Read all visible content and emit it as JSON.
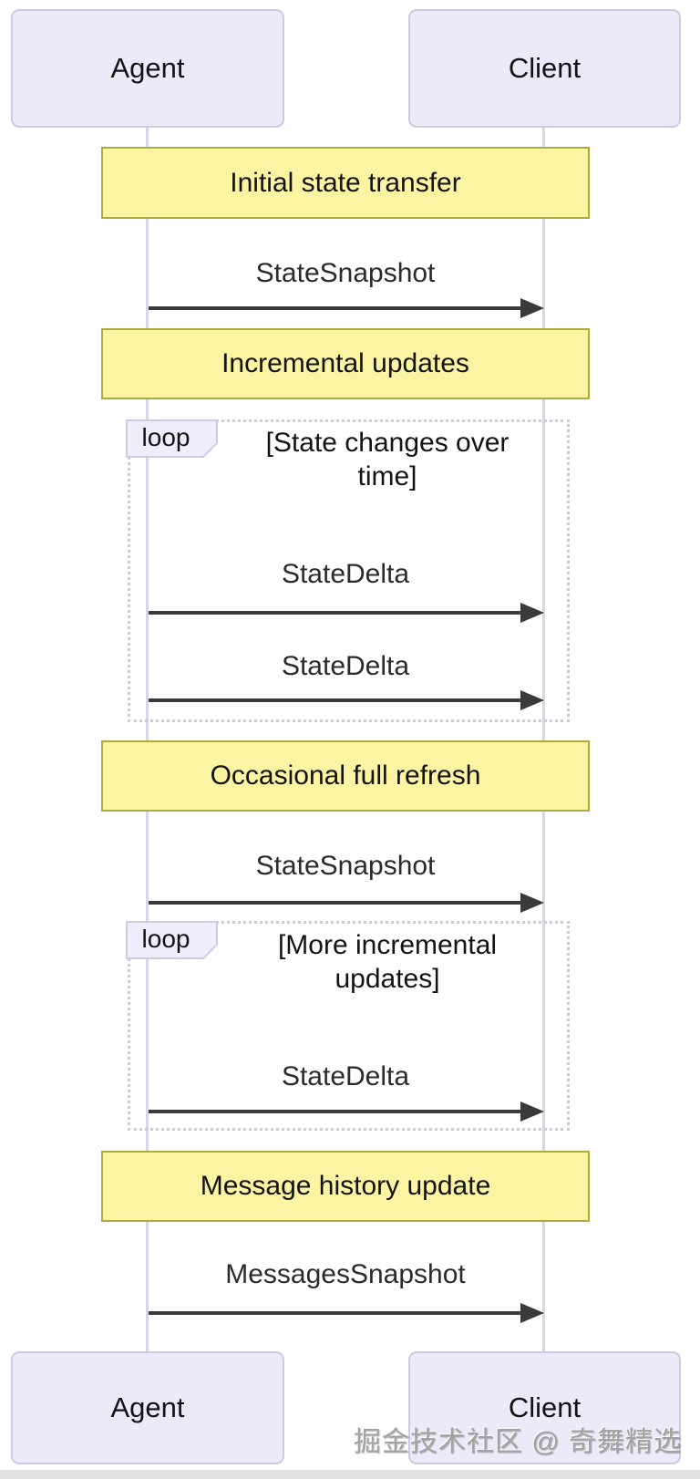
{
  "diagram_type": "sequence",
  "actors": {
    "left": "Agent",
    "right": "Client"
  },
  "notes": [
    "Initial state transfer",
    "Incremental updates",
    "Occasional full refresh",
    "Message history update"
  ],
  "messages": [
    {
      "label": "StateSnapshot",
      "from": "Agent",
      "to": "Client"
    },
    {
      "label": "StateDelta",
      "from": "Agent",
      "to": "Client"
    },
    {
      "label": "StateDelta",
      "from": "Agent",
      "to": "Client"
    },
    {
      "label": "StateSnapshot",
      "from": "Agent",
      "to": "Client"
    },
    {
      "label": "StateDelta",
      "from": "Agent",
      "to": "Client"
    },
    {
      "label": "MessagesSnapshot",
      "from": "Agent",
      "to": "Client"
    }
  ],
  "loops": [
    {
      "label": "loop",
      "condition": "[State changes over time]"
    },
    {
      "label": "loop",
      "condition": "[More incremental updates]"
    }
  ],
  "watermark": "掘金技术社区 @ 奇舞精选",
  "colors": {
    "actor_fill": "#EAEAF9",
    "actor_border": "#CBCBE4",
    "note_fill": "#FAF4A3",
    "note_border": "#AEAB3C",
    "lifeline": "#D6D6E8",
    "loop_border": "#C9C9DF",
    "loop_tag_fill": "#EDEDFB",
    "arrow": "#3a3a3a",
    "watermark_gray": "#A3A3A3"
  }
}
